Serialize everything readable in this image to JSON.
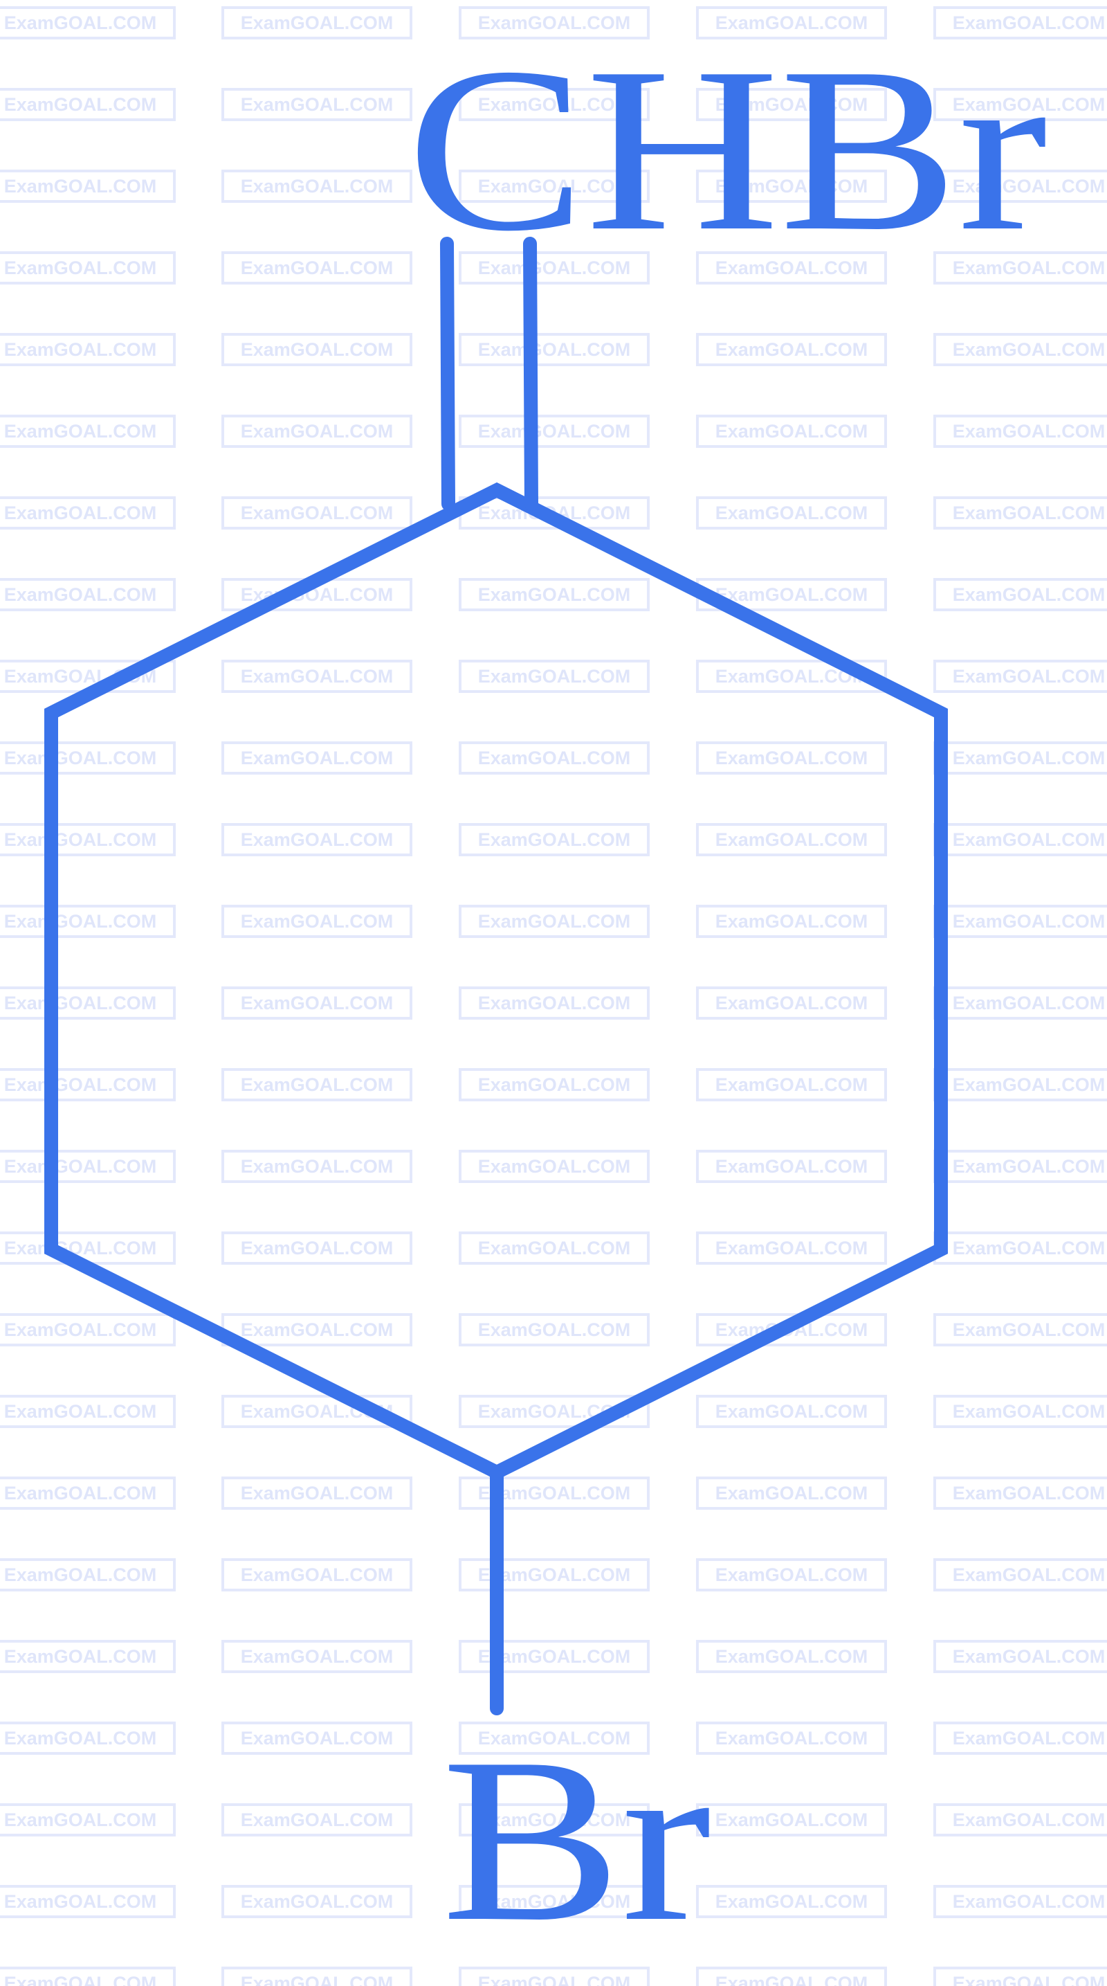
{
  "watermark": {
    "text": "ExamGOAL.COM",
    "border_color": "#e3e8fb",
    "text_color": "#dfe5fa"
  },
  "molecule": {
    "color": "#3a73ea",
    "atoms": {
      "top_label": "CHBr",
      "bottom_label": "Br"
    },
    "bonds": {
      "exocyclic_top": "double",
      "exocyclic_bottom": "single",
      "ring": "cyclohexane"
    }
  }
}
